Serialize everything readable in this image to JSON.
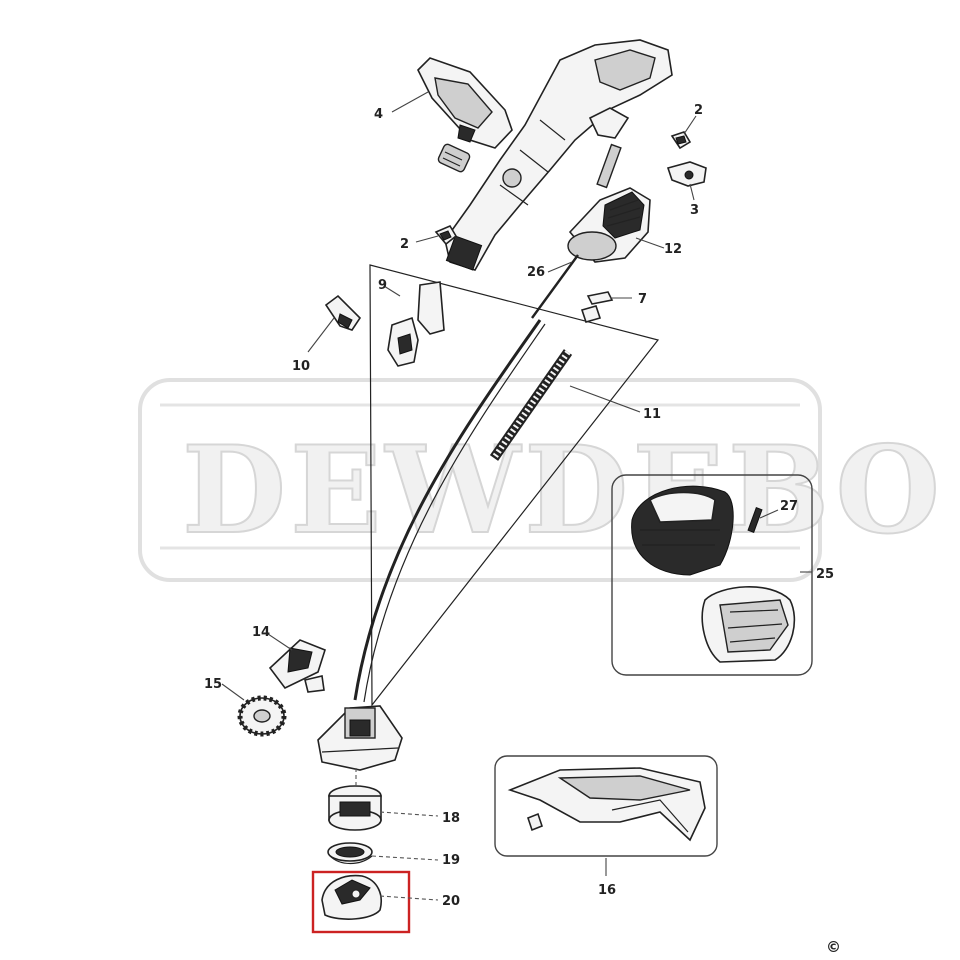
{
  "watermark": {
    "text": "DEWDEBO"
  },
  "copyright": "©",
  "highlight_color": "#cc2222",
  "callouts": {
    "c2a": "2",
    "c2b": "2",
    "c3": "3",
    "c4": "4",
    "c7": "7",
    "c9": "9",
    "c10": "10",
    "c11": "11",
    "c12": "12",
    "c14": "14",
    "c15": "15",
    "c16": "16",
    "c18": "18",
    "c19": "19",
    "c20": "20",
    "c25": "25",
    "c26": "26",
    "c27": "27"
  }
}
